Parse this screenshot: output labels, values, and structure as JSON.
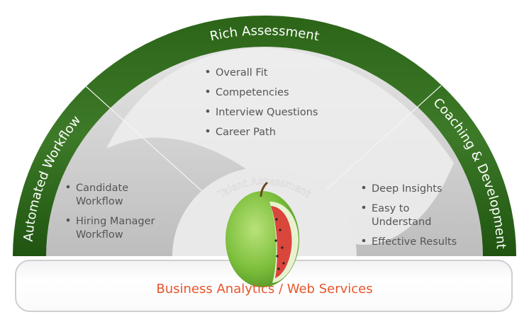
{
  "diagram": {
    "sections": {
      "top": {
        "title": "Rich Assessment",
        "items": [
          "Overall Fit",
          "Competencies",
          "Interview Questions",
          "Career Path"
        ]
      },
      "left": {
        "title": "Automated Workflow",
        "items": [
          [
            "Candidate",
            "Workflow"
          ],
          [
            "Hiring Manager",
            "Workflow"
          ]
        ]
      },
      "right": {
        "title": "Coaching & Development",
        "items": [
          [
            "Deep Insights"
          ],
          [
            "Easy to",
            "Understand"
          ],
          [
            "Effective Results"
          ]
        ]
      }
    },
    "center": {
      "title": "Talent Assessment"
    },
    "footer": {
      "label": "Business Analytics / Web Services"
    },
    "colors": {
      "ring": "#2f6a1c",
      "footer_text": "#e8552a",
      "bullet_text": "#555555"
    }
  }
}
